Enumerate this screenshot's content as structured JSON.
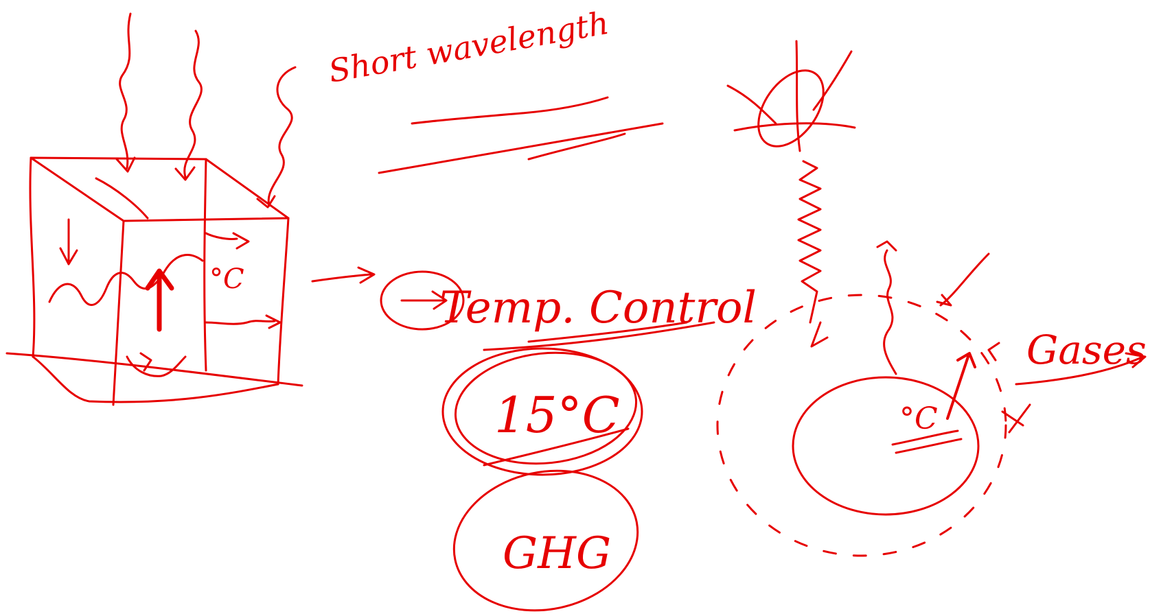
{
  "colors": {
    "ink": "#e60000",
    "background": "#ffffff"
  },
  "labels": {
    "short_wavelength": "Short wavelength",
    "title": "Temp. Control",
    "temperature": "15°C",
    "ghg": "GHG",
    "gases": "Gases",
    "greenhouse_box_unit": "°C",
    "earth_unit": "°C"
  },
  "icons": {
    "sun": "sun-icon",
    "greenhouse": "greenhouse-box-icon",
    "earth": "earth-globe-icon"
  }
}
